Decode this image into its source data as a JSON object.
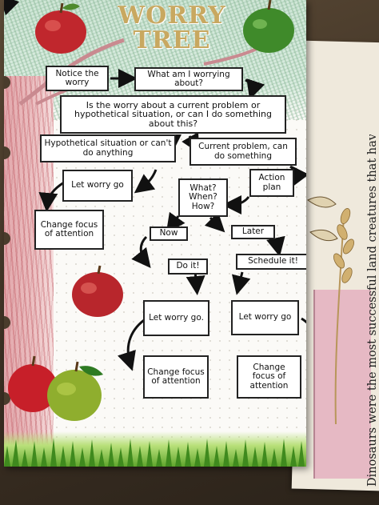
{
  "poster": {
    "title_line1": "WORRY",
    "title_line2": "TREE"
  },
  "flow": {
    "notice": "Notice the worry",
    "what": "What am I worrying about?",
    "question": "Is the worry about a current problem or hypothetical situation, or can I do something about this?",
    "hypothetical": "Hypothetical situation or can't do anything",
    "current": "Current problem, can do something",
    "let_go_1": "Let worry go",
    "change_focus_1": "Change focus of attention",
    "action_plan": "Action plan",
    "what_when_how": "What? When? How?",
    "now": "Now",
    "later": "Later",
    "do_it": "Do it!",
    "schedule_it": "Schedule it!",
    "let_go_2": "Let worry go.",
    "let_go_3": "Let worry go",
    "change_focus_2": "Change focus of attention",
    "change_focus_3": "Change focus of attention"
  },
  "background_text": {
    "dinosaurs": "Dinosaurs were the most successful land creatures that have"
  },
  "colors": {
    "paper": "#fbfaf7",
    "title": "#c8a860",
    "apple_red": "#c0272d",
    "apple_green": "#3f8a2a",
    "grass": "#5fa52c"
  }
}
